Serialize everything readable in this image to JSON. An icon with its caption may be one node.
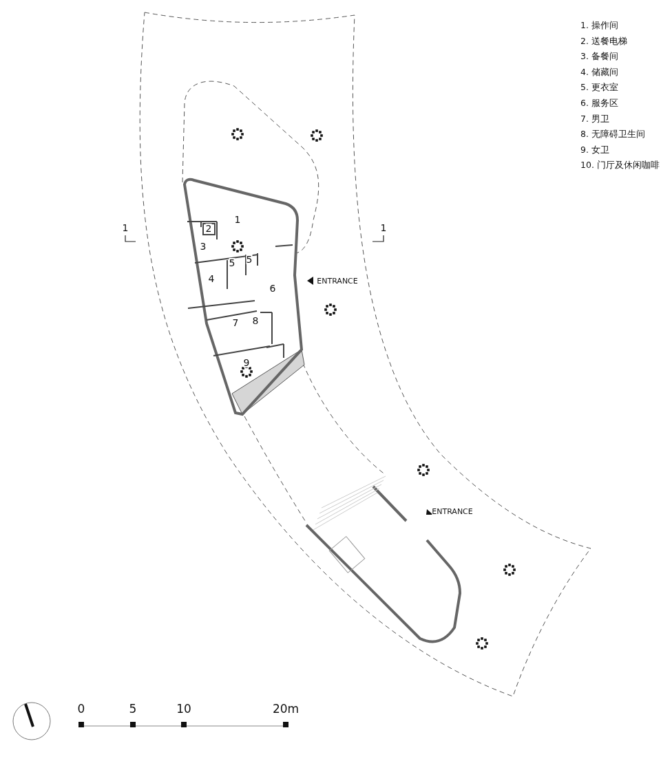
{
  "diagram": {
    "labels": [
      "1. 操作间",
      "2. 送餐电梯",
      "3. 备餐间",
      "4. 储藏间",
      "5. 更衣室",
      "6. 服务区",
      "7. 男卫",
      "8. 无障碍卫生间",
      "9. 女卫",
      "10. 门厅及休闲咖啡",
      "1",
      "1",
      "2",
      "1",
      "3",
      "5",
      "5",
      "4",
      "ENTRANCE",
      "6",
      "7",
      "8",
      "9",
      "ENTRANCE",
      "0",
      "5",
      "10",
      "20m"
    ]
  }
}
